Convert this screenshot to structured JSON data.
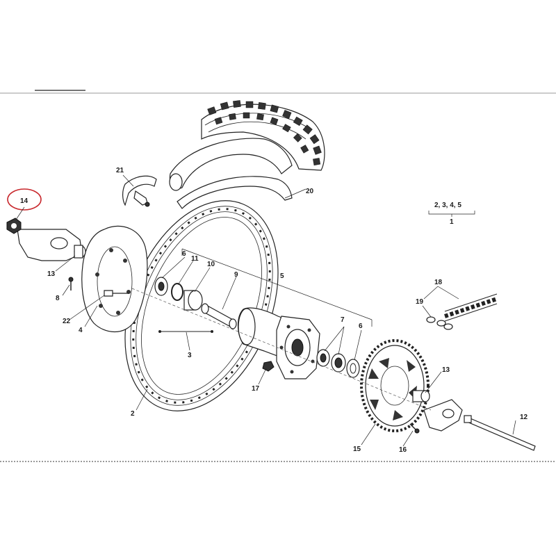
{
  "diagram": {
    "callouts": [
      "14",
      "13",
      "8",
      "22",
      "4",
      "21",
      "20",
      "2",
      "3",
      "6",
      "11",
      "10",
      "9",
      "5",
      "7",
      "6",
      "17",
      "18",
      "19",
      "13",
      "12",
      "15",
      "16"
    ],
    "group_label": "2, 3, 4, 5",
    "group_total": "1",
    "highlight_color": "#c8282d"
  }
}
